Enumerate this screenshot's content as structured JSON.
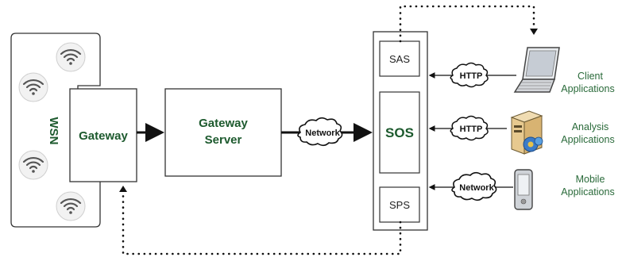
{
  "diagram": {
    "wsn_label": "WSN",
    "gateway_label": "Gateway",
    "gateway_server_line1": "Gateway",
    "gateway_server_line2": "Server",
    "network_cloud_main": "Network",
    "sas_label": "SAS",
    "sos_label": "SOS",
    "sps_label": "SPS",
    "cloud_client": "HTTP",
    "cloud_analysis": "HTTP",
    "cloud_mobile": "Network",
    "client_app_line1": "Client",
    "client_app_line2": "Applications",
    "analysis_app_line1": "Analysis",
    "analysis_app_line2": "Applications",
    "mobile_app_line1": "Mobile",
    "mobile_app_line2": "Applications",
    "icons": {
      "wifi": "wifi-icon",
      "laptop": "laptop-icon",
      "server": "server-icon",
      "mobile": "mobile-phone-icon"
    },
    "colors": {
      "label_green": "#1d5a2e",
      "app_label_green": "#2a6a3a",
      "line": "#111111"
    }
  }
}
